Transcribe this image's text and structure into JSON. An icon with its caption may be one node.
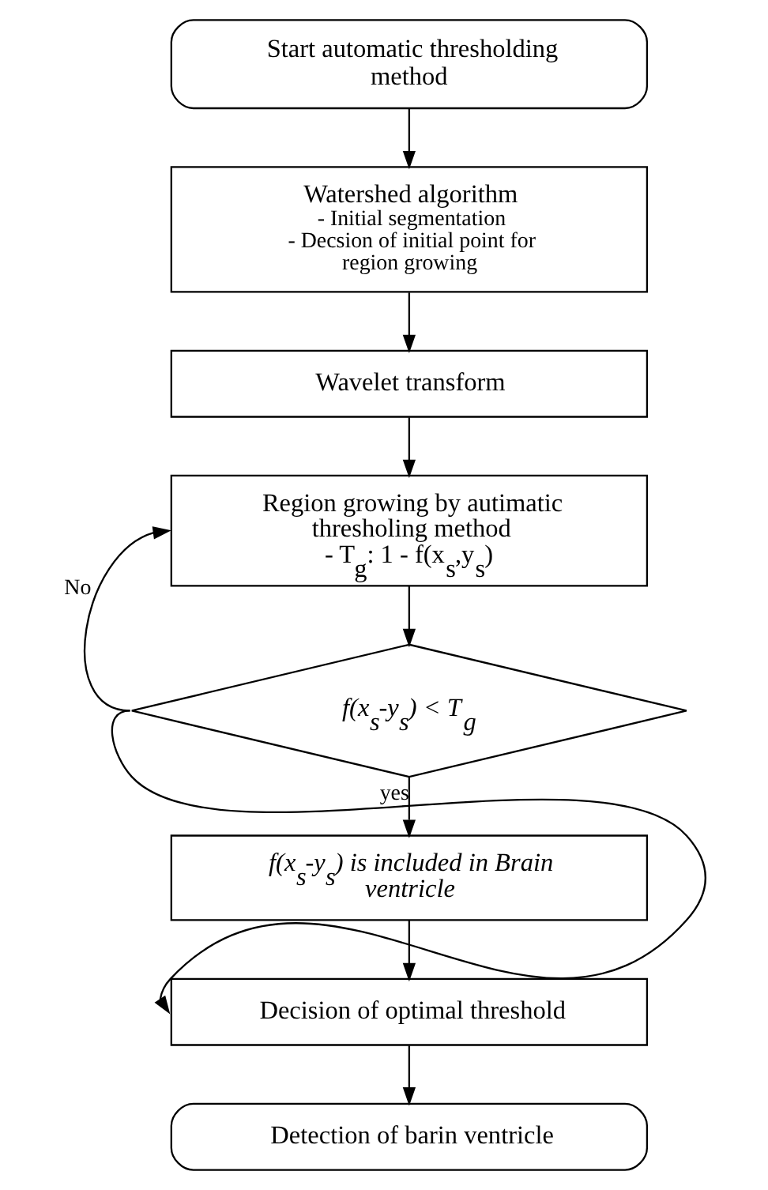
{
  "diagram": {
    "nodes": [
      {
        "text": [
          "Start automatic thresholding method"
        ]
      },
      {
        "text": [
          "Watershed algorithm",
          "- Initial segmentation",
          "- Decsion of initial point for region growing"
        ]
      },
      {
        "text": [
          "Wavelet transform"
        ]
      },
      {
        "text": [
          "Region growing by autimatic thresholing method",
          "- T$_{g}$: 1 - f(x$_{s}$,y$_{s}$)"
        ]
      },
      {
        "text": [
          "f(x$_{s}$-y$_{s}$) < T$_{g}$"
        ]
      },
      {
        "text": [
          "f(x$_{s}$-y$_{s}$) is included in Brain ventricle"
        ]
      },
      {
        "text": [
          "Decision of optimal threshold"
        ]
      },
      {
        "text": [
          "Detection of barin ventricle"
        ]
      }
    ],
    "edges": [
      {
        "from": 0,
        "to": 1,
        "arrow": "to"
      },
      {
        "from": 1,
        "to": 2,
        "arrow": "to"
      },
      {
        "from": 2,
        "to": 3,
        "arrow": "to"
      },
      {
        "from": 3,
        "to": 4,
        "arrow": "to"
      },
      {
        "from": 4,
        "to": 5,
        "label": "yes",
        "arrow": "to"
      },
      {
        "from": 4,
        "to": 3,
        "label": "No",
        "arrow": "to"
      },
      {
        "from": 4,
        "to": 6,
        "arrow": "to"
      },
      {
        "from": 5,
        "to": 6,
        "arrow": "to"
      },
      {
        "from": 6,
        "to": 7,
        "arrow": "to"
      }
    ]
  }
}
